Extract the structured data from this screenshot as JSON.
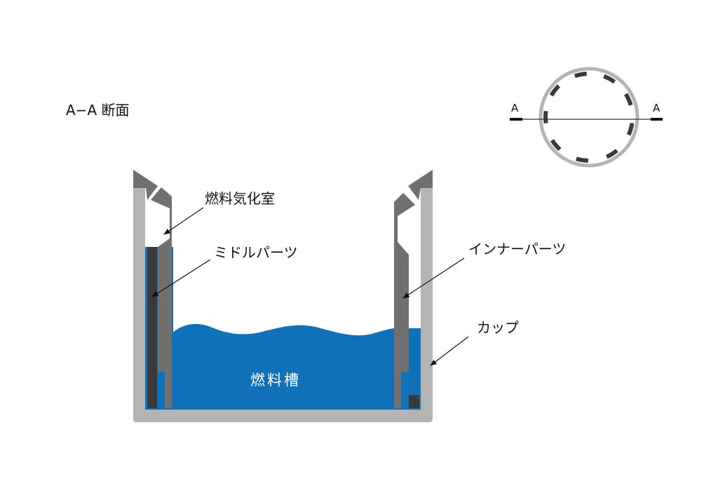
{
  "title": "A−A 断面",
  "section_marker": {
    "left": "A",
    "right": "A"
  },
  "labels": {
    "vaporization_chamber": "燃料気化室",
    "middle_parts": "ミドルパーツ",
    "inner_parts": "インナーパーツ",
    "cup": "カップ",
    "fuel_tank": "燃料槽"
  },
  "colors": {
    "fuel": "#1070b8",
    "cup": "#b4b4b4",
    "inner_parts": "#707070",
    "middle_parts": "#3a3a3a"
  }
}
